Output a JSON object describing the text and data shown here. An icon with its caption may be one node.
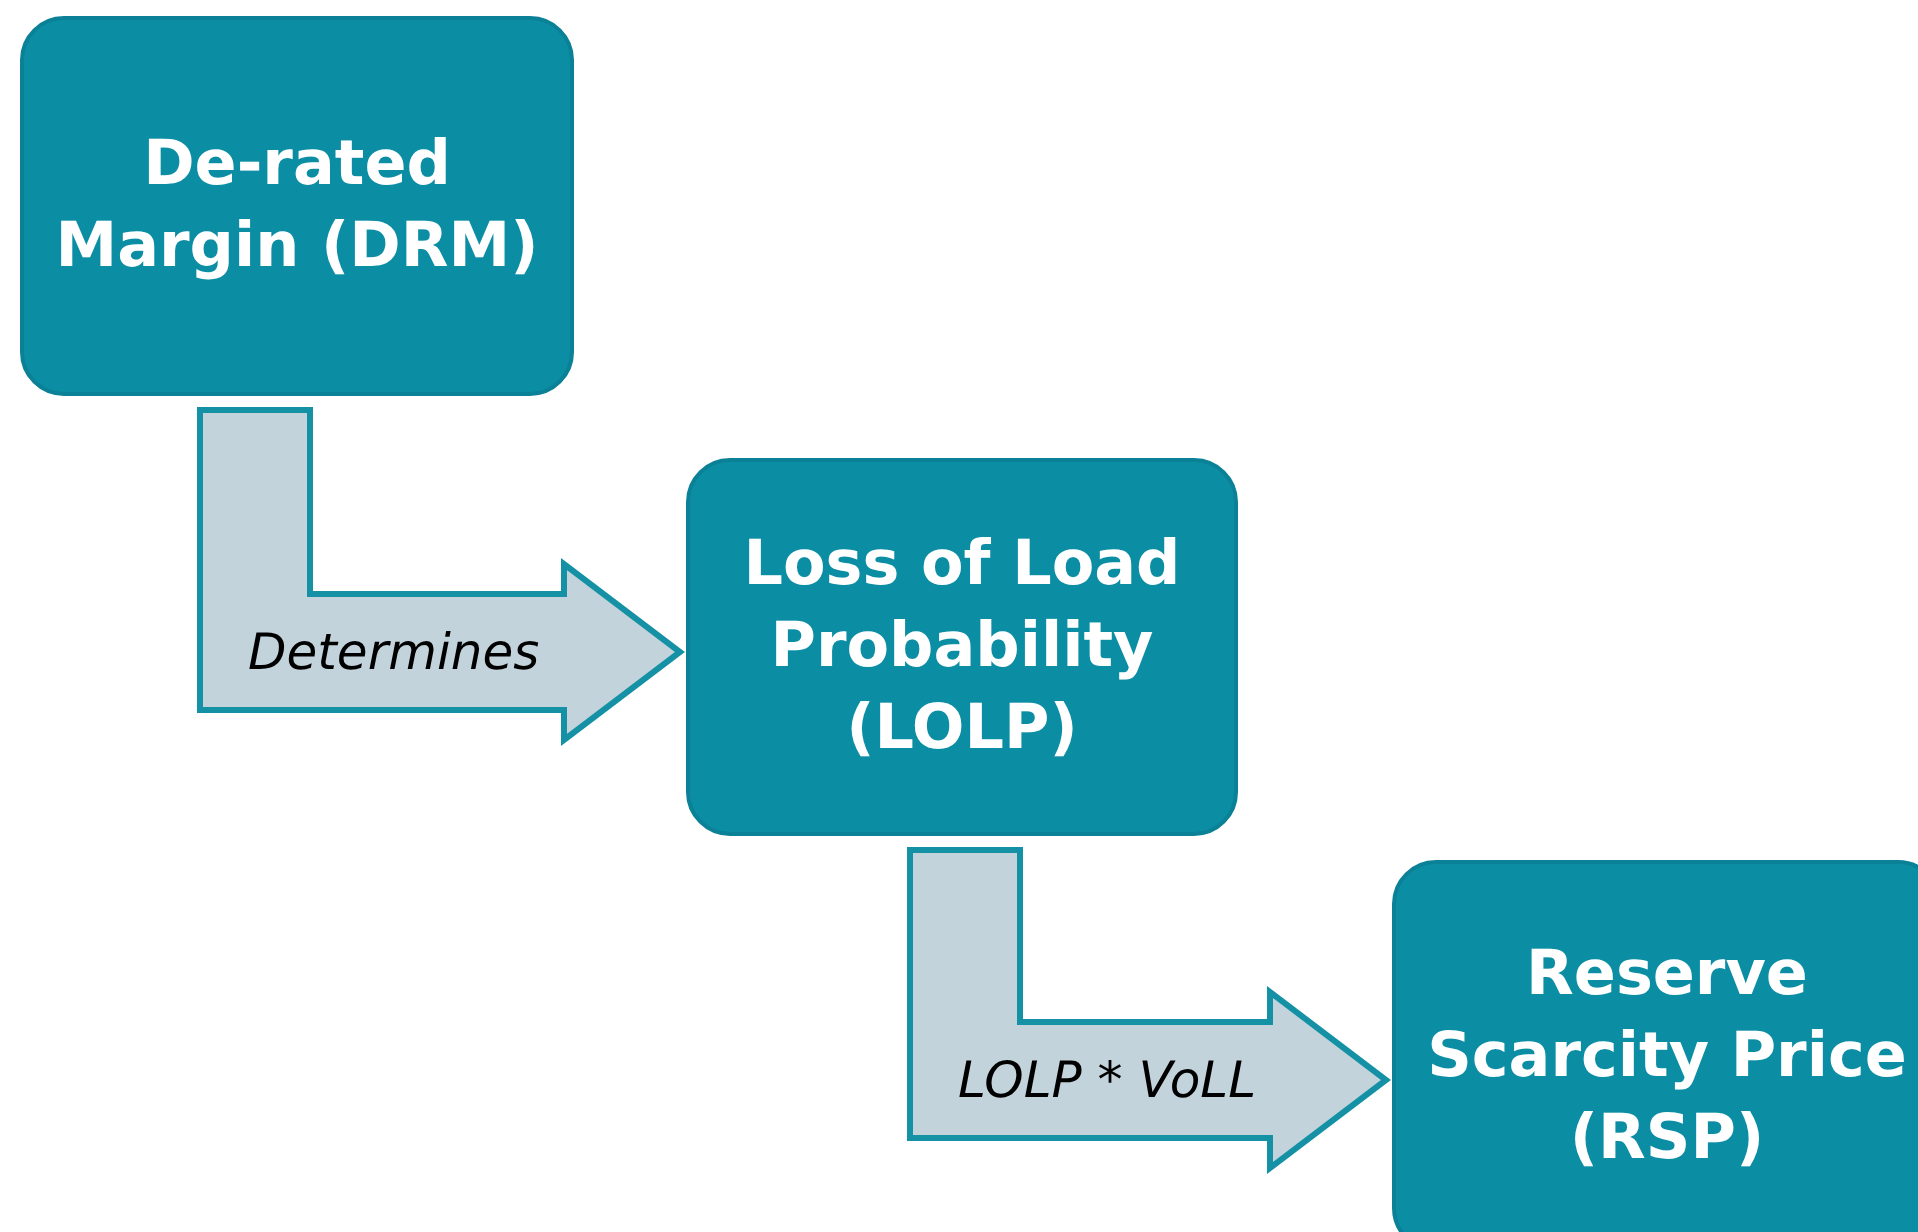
{
  "diagram": {
    "nodes": [
      {
        "text": [
          "De-rated Margin (DRM)"
        ]
      },
      {
        "text": [
          "Loss of Load Probability (LOLP)"
        ]
      },
      {
        "text": [
          "Reserve Scarcity Price (RSP)"
        ]
      }
    ],
    "edges": [
      {
        "from": 0,
        "to": 1,
        "arrow": "to",
        "label": "Determines"
      },
      {
        "from": 1,
        "to": 2,
        "arrow": "to",
        "label": "LOLP * VoLL"
      }
    ]
  }
}
